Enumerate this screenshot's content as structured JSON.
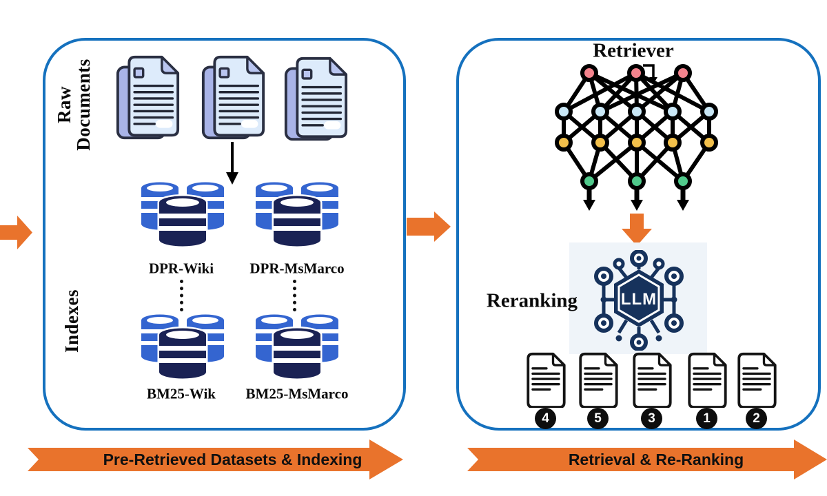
{
  "left_panel": {
    "raw_documents_label_line1": "Raw",
    "raw_documents_label_line2": "Documents",
    "indexes_label": "Indexes",
    "datasets": [
      "DPR-Wiki",
      "DPR-MsMarco",
      "BM25-Wik",
      "BM25-MsMarco"
    ]
  },
  "right_panel": {
    "retriever_label": "Retriever",
    "reranking_label": "Reranking",
    "llm_label": "LLM",
    "rank_badges": [
      "4",
      "5",
      "3",
      "1",
      "2"
    ]
  },
  "banners": {
    "left": "Pre-Retrieved Datasets & Indexing",
    "right": "Retrieval & Re-Ranking"
  },
  "colors": {
    "panel_border": "#1571BE",
    "flow_orange": "#E9732C",
    "db_blue": "#3465D0",
    "db_navy": "#1A2254",
    "node_red": "#F4838D",
    "node_blue": "#C9E7F6",
    "node_yellow": "#F3C04B",
    "node_green": "#50C98B",
    "llm_navy": "#16325C",
    "doc_front": "#DDEBFB",
    "doc_back": "#A9B4E8"
  },
  "icons": {
    "entry_arrow": "right-arrow-icon",
    "mid_arrow": "right-arrow-icon",
    "ingest_arrow": "down-arrow-icon",
    "retriever_output_arrow": "down-arrow-icon",
    "document_stack": "document-stack-icon",
    "database_cluster": "database-cluster-icon",
    "neural_network": "neural-network-icon",
    "llm_network": "llm-network-icon",
    "ranked_document": "document-icon"
  }
}
